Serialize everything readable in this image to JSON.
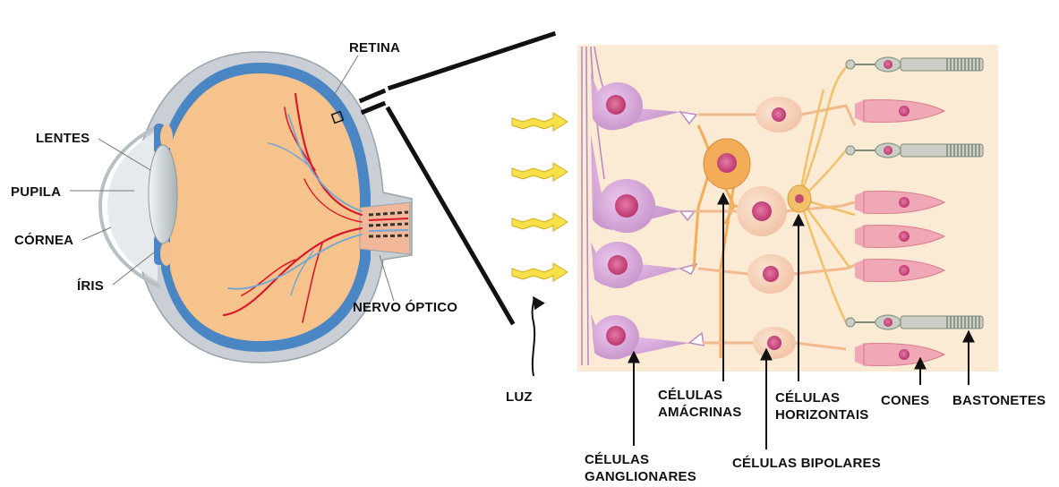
{
  "labels": {
    "retina": "RETINA",
    "lentes": "LENTES",
    "pupila": "PUPILA",
    "cornea": "CÓRNEA",
    "iris": "ÍRIS",
    "nervo_optico": "NERVO ÓPTICO",
    "luz": "LUZ",
    "celulas_amacrinas": [
      "CÉLULAS",
      "AMÁCRINAS"
    ],
    "celulas_horizontais": [
      "CÉLULAS",
      "HORIZONTAIS"
    ],
    "cones": "CONES",
    "bastonetes": "BASTONETES",
    "celulas_ganglionares": [
      "CÉLULAS",
      "GANGLIONARES"
    ],
    "celulas_bipolares": "CÉLULAS BIPOLARES"
  },
  "colors": {
    "sclera": "#c9cfd4",
    "choroid": "#4a86c4",
    "vitreous": "#f6c38c",
    "lens": "#d9e0e3",
    "vessel_red": "#d9182a",
    "vessel_blue": "#6fa6d6",
    "panel_bg": "#fcebd4",
    "ganglion": "#d8a8da",
    "nucleus": "#d0467a",
    "amacrine": "#f3ad58",
    "bipolar": "#f6d2b7",
    "cone": "#f0a7b6",
    "rod": "#c9cfc4",
    "light_arrow": "#f7e04a"
  }
}
